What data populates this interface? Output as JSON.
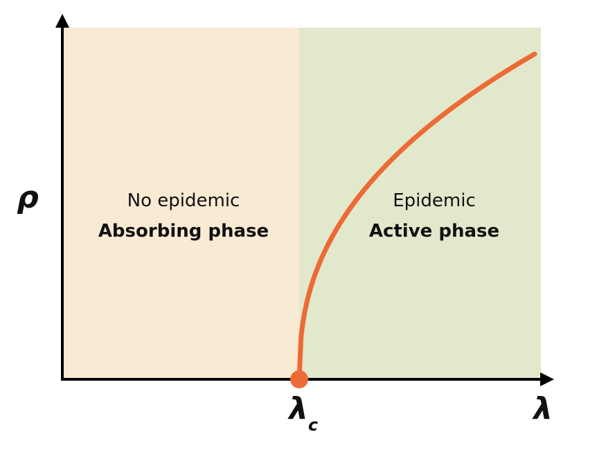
{
  "axes": {
    "y_label": "ρ",
    "x_label": "λ",
    "critical_label": "λ",
    "critical_subscript": "c"
  },
  "regions": {
    "left": {
      "line1": "No epidemic",
      "line2": "Absorbing phase"
    },
    "right": {
      "line1": "Epidemic",
      "line2": "Active phase"
    }
  },
  "colors": {
    "left_region": "#f9ead3",
    "right_region": "#e2e8cb",
    "curve": "#ec6a35",
    "axis": "#000000"
  }
}
